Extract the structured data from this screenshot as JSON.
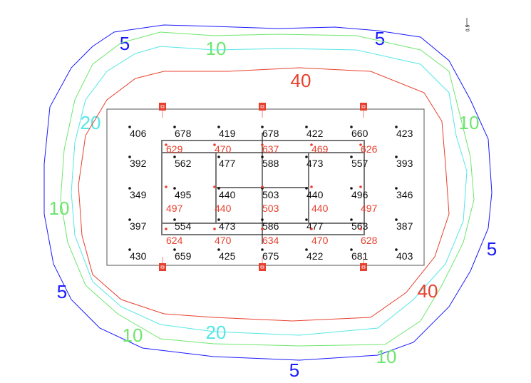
{
  "scale_label": "0.5",
  "contours": [
    {
      "level": "5",
      "color": "#1a1aff",
      "labels": 5
    },
    {
      "level": "10",
      "color": "#6ee66e",
      "labels": 5
    },
    {
      "level": "20",
      "color": "#55e6e6",
      "labels": 2
    },
    {
      "level": "40",
      "color": "#e8402e",
      "labels": 2
    }
  ],
  "grid_values": [
    [
      "406",
      "678",
      "419",
      "678",
      "422",
      "660",
      "423"
    ],
    [
      "392",
      "562",
      "477",
      "588",
      "473",
      "557",
      "393"
    ],
    [
      "349",
      "495",
      "440",
      "503",
      "440",
      "496",
      "346"
    ],
    [
      "397",
      "554",
      "473",
      "586",
      "477",
      "563",
      "387"
    ],
    [
      "430",
      "659",
      "425",
      "675",
      "422",
      "681",
      "403"
    ]
  ],
  "red_values": [
    [
      "629",
      "470",
      "637",
      "469",
      "626"
    ],
    [
      "497",
      "440",
      "503",
      "440",
      "497"
    ],
    [
      "624",
      "470",
      "634",
      "470",
      "628"
    ]
  ],
  "colors": {
    "grid_text": "#111111",
    "red_text": "#e8402e",
    "frame": "#777777"
  }
}
